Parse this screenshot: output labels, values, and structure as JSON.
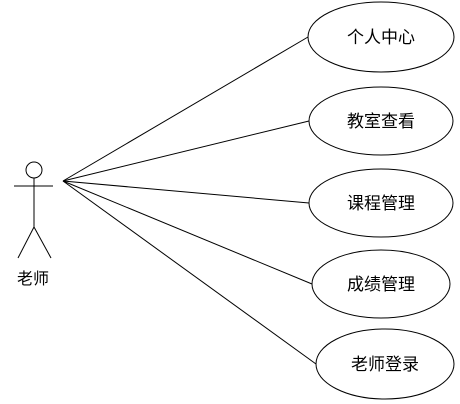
{
  "actor": {
    "name": "老师"
  },
  "use_cases": [
    {
      "label": "个人中心"
    },
    {
      "label": "教室查看"
    },
    {
      "label": "课程管理"
    },
    {
      "label": "成绩管理"
    },
    {
      "label": "老师登录"
    }
  ]
}
